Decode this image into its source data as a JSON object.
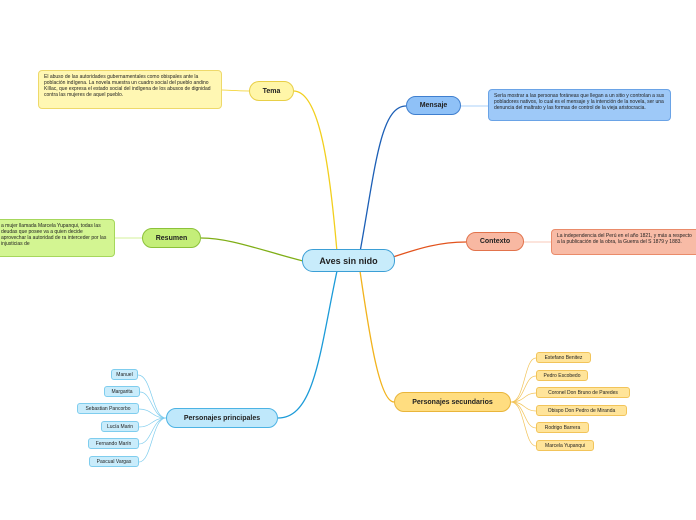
{
  "root": {
    "label": "Aves sin nido",
    "color": "#c8ecfb"
  },
  "branches": {
    "tema": {
      "label": "Tema",
      "color": "#fff6a8",
      "line": "#f2cf1d",
      "detail": "El abuso de las autoridades gubernamentales como obispales ante la población indígena. La novela muestra un cuadro social del pueblo andino Kíllac, que expresa el estado social del indígena de los abusos de dignidad contra las mujeres de aquel pueblo."
    },
    "mensaje": {
      "label": "Mensaje",
      "color": "#8fc1f7",
      "line": "#1c5fb6",
      "detail": "Sería mostrar a las personas foráneas que llegan  a un sitio y controlan a sus pobladores nativos, lo cual es el mensaje y la intención de la novela, ser una denuncia del maltrato y las formas de control de la vieja aristocracia."
    },
    "resumen": {
      "label": "Resumen",
      "color": "#c4ee79",
      "line": "#7fae16",
      "detail": "a mujer llamada Marcela Yupanqui, todas las deudas que posee va a quien decide aprovechar la autoridad de ra interceder por las injusticias de"
    },
    "contexto": {
      "label": "Contexto",
      "color": "#f8b8a2",
      "line": "#e2531d",
      "detail": "La independencia del Perú en el año 1821, y más a respecto a la publicación de la obra, la Guerra del S 1879 y 1883."
    },
    "principales": {
      "label": "Personajes principales",
      "color": "#bfe8fb",
      "line": "#1c9bd8",
      "items": [
        "Manuel",
        "Margarita",
        "Sebastian Pancorbo",
        "Lucía Marin",
        "Fernando Marín",
        "Pascual Vargas"
      ]
    },
    "secundarios": {
      "label": "Personajes secundarios",
      "color": "#ffdd80",
      "line": "#f2b31d",
      "items": [
        "Estefano Benitez",
        "Pedro Escobedo",
        "Coronel Don Bruno de Paredes",
        "Obispo Don Pedro de Miranda",
        "Rodrigo Barrera",
        "Marcela Yupanqui"
      ]
    }
  }
}
